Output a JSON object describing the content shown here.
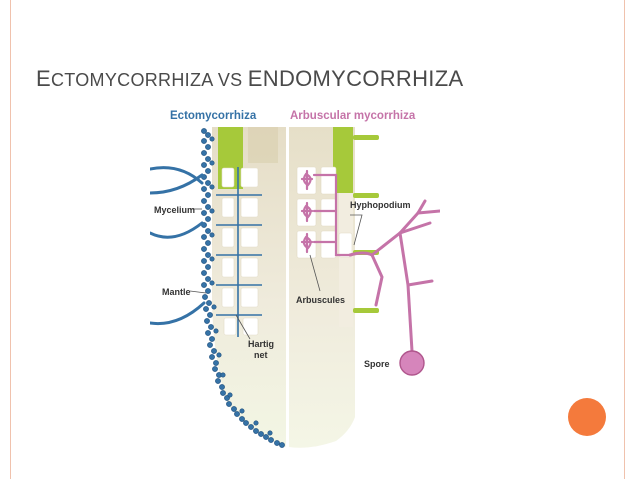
{
  "title": {
    "first_letter": "E",
    "rest_1": "CTOMYCORRHIZA VS ",
    "rest_2": "ENDOMYCORRHIZA"
  },
  "figure": {
    "heading_left": "Ectomycorrhiza",
    "heading_right": "Arbuscular mycorrhiza",
    "labels": {
      "mycelium": "Mycelium",
      "mantle": "Mantle",
      "hartig_line1": "Hartig",
      "hartig_line2": "net",
      "hyphopodium": "Hyphopodium",
      "arbuscules": "Arbuscules",
      "spore": "Spore"
    }
  },
  "colors": {
    "ecto": "#3572a6",
    "arbuscular": "#c573a8",
    "root_tip": "#a6c93a",
    "frame": "#f0c2ad",
    "accent_circle": "#f47a3c"
  }
}
